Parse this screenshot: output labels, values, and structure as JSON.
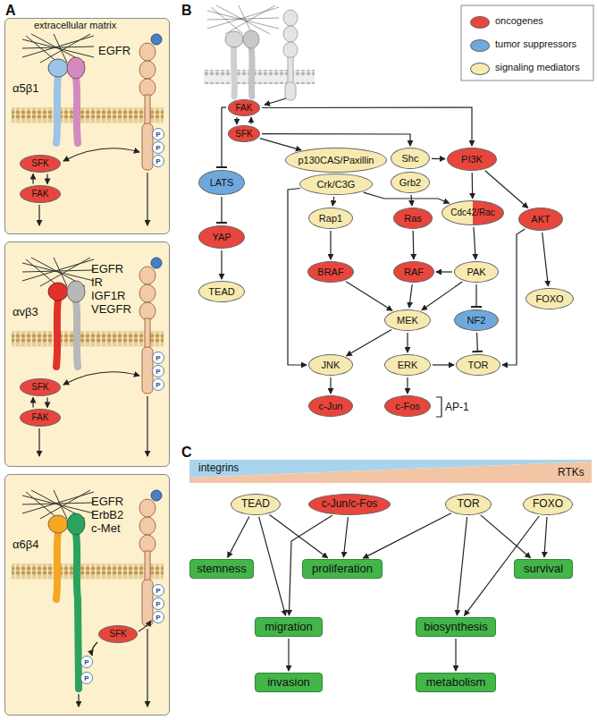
{
  "diagram": {
    "nodes": [
      {
        "text": [
          "α5β1",
          "EGFR"
        ]
      },
      {
        "text": [
          "SFK"
        ],
        "in": 0
      },
      {
        "text": [
          "FAK"
        ],
        "in": 0
      },
      {
        "text": [
          "αvβ3",
          "EGFR IR IGF1R VEGFR"
        ]
      },
      {
        "text": [
          "SFK"
        ],
        "in": 3
      },
      {
        "text": [
          "FAK"
        ],
        "in": 3
      },
      {
        "text": [
          "α6β4",
          "EGFR ErbB2 c-Met"
        ]
      },
      {
        "text": [
          "SFK"
        ],
        "in": 6
      },
      {
        "text": [
          "FAK"
        ]
      },
      {
        "text": [
          "SFK"
        ]
      },
      {
        "text": [
          "LATS"
        ]
      },
      {
        "text": [
          "p130CAS/Paxillin"
        ]
      },
      {
        "text": [
          "Crk/C3G"
        ]
      },
      {
        "text": [
          "Shc"
        ]
      },
      {
        "text": [
          "Grb2"
        ]
      },
      {
        "text": [
          "PI3K"
        ]
      },
      {
        "text": [
          "YAP"
        ]
      },
      {
        "text": [
          "Rap1"
        ]
      },
      {
        "text": [
          "Ras"
        ]
      },
      {
        "text": [
          "Cdc42/Rac"
        ]
      },
      {
        "text": [
          "AKT"
        ]
      },
      {
        "text": [
          "TEAD"
        ]
      },
      {
        "text": [
          "BRAF"
        ]
      },
      {
        "text": [
          "RAF"
        ]
      },
      {
        "text": [
          "PAK"
        ]
      },
      {
        "text": [
          "FOXO"
        ]
      },
      {
        "text": [
          "MEK"
        ]
      },
      {
        "text": [
          "NF2"
        ]
      },
      {
        "text": [
          "JNK"
        ]
      },
      {
        "text": [
          "ERK"
        ]
      },
      {
        "text": [
          "TOR"
        ]
      },
      {
        "text": [
          "c-Jun"
        ]
      },
      {
        "text": [
          "c-Fos"
        ]
      },
      {
        "text": [
          "TEAD"
        ]
      },
      {
        "text": [
          "c-Jun/c-Fos"
        ]
      },
      {
        "text": [
          "TOR"
        ]
      },
      {
        "text": [
          "FOXO"
        ]
      },
      {
        "text": [
          "stemness"
        ]
      },
      {
        "text": [
          "proliferation"
        ]
      },
      {
        "text": [
          "survival"
        ]
      },
      {
        "text": [
          "migration"
        ]
      },
      {
        "text": [
          "biosynthesis"
        ]
      },
      {
        "text": [
          "invasion"
        ]
      },
      {
        "text": [
          "metabolism"
        ]
      }
    ],
    "edges": [
      {
        "from": 1,
        "to": 2,
        "arrow": "to"
      },
      {
        "from": 2,
        "to": 1,
        "arrow": "to"
      },
      {
        "from": 4,
        "to": 5,
        "arrow": "to"
      },
      {
        "from": 5,
        "to": 4,
        "arrow": "to"
      },
      {
        "from": 8,
        "to": 9,
        "arrow": "to"
      },
      {
        "from": 9,
        "to": 8,
        "arrow": "to"
      },
      {
        "from": 8,
        "to": 10,
        "arrow": "to"
      },
      {
        "from": 10,
        "to": 16,
        "arrow": "to"
      },
      {
        "from": 16,
        "to": 21,
        "arrow": "to"
      },
      {
        "from": 9,
        "to": 11,
        "arrow": "to"
      },
      {
        "from": 9,
        "to": 13,
        "arrow": "to"
      },
      {
        "from": 8,
        "to": 15,
        "arrow": "to"
      },
      {
        "from": 13,
        "to": 15,
        "arrow": "to"
      },
      {
        "from": 12,
        "to": 17,
        "arrow": "to"
      },
      {
        "from": 12,
        "to": 19,
        "arrow": "to"
      },
      {
        "from": 12,
        "to": 28,
        "arrow": "to"
      },
      {
        "from": 14,
        "to": 18,
        "arrow": "to"
      },
      {
        "from": 15,
        "to": 19,
        "arrow": "to"
      },
      {
        "from": 15,
        "to": 20,
        "arrow": "to"
      },
      {
        "from": 17,
        "to": 22,
        "arrow": "to"
      },
      {
        "from": 18,
        "to": 23,
        "arrow": "to"
      },
      {
        "from": 19,
        "to": 24,
        "arrow": "to"
      },
      {
        "from": 20,
        "to": 25,
        "arrow": "to"
      },
      {
        "from": 20,
        "to": 30,
        "arrow": "to"
      },
      {
        "from": 22,
        "to": 26,
        "arrow": "to"
      },
      {
        "from": 23,
        "to": 26,
        "arrow": "to"
      },
      {
        "from": 24,
        "to": 23,
        "arrow": "to"
      },
      {
        "from": 24,
        "to": 26,
        "arrow": "to"
      },
      {
        "from": 24,
        "to": 27,
        "arrow": "to"
      },
      {
        "from": 26,
        "to": 28,
        "arrow": "to"
      },
      {
        "from": 26,
        "to": 29,
        "arrow": "to"
      },
      {
        "from": 27,
        "to": 30,
        "arrow": "to"
      },
      {
        "from": 29,
        "to": 30,
        "arrow": "to"
      },
      {
        "from": 28,
        "to": 31,
        "arrow": "to"
      },
      {
        "from": 29,
        "to": 32,
        "arrow": "to"
      },
      {
        "from": 33,
        "to": 37,
        "arrow": "to"
      },
      {
        "from": 33,
        "to": 38,
        "arrow": "to"
      },
      {
        "from": 33,
        "to": 40,
        "arrow": "to"
      },
      {
        "from": 34,
        "to": 38,
        "arrow": "to"
      },
      {
        "from": 34,
        "to": 40,
        "arrow": "to"
      },
      {
        "from": 35,
        "to": 38,
        "arrow": "to"
      },
      {
        "from": 35,
        "to": 41,
        "arrow": "to"
      },
      {
        "from": 35,
        "to": 39,
        "arrow": "to"
      },
      {
        "from": 36,
        "to": 39,
        "arrow": "to"
      },
      {
        "from": 36,
        "to": 41,
        "arrow": "to"
      },
      {
        "from": 40,
        "to": 42,
        "arrow": "to"
      },
      {
        "from": 41,
        "to": 43,
        "arrow": "to"
      }
    ],
    "labels": [
      "A",
      "B",
      "C",
      "extracellular matrix",
      "P",
      "P",
      "P",
      "P",
      "P",
      "P",
      "P",
      "P",
      "P",
      "P",
      "P",
      "AP-1",
      "integrins",
      "RTKs"
    ],
    "legend": [
      {
        "text": "oncogenes",
        "color": "#e8463c"
      },
      {
        "text": "tumor suppressors",
        "color": "#6fa8dc"
      },
      {
        "text": "signaling mediators",
        "color": "#f6eab0"
      }
    ]
  }
}
